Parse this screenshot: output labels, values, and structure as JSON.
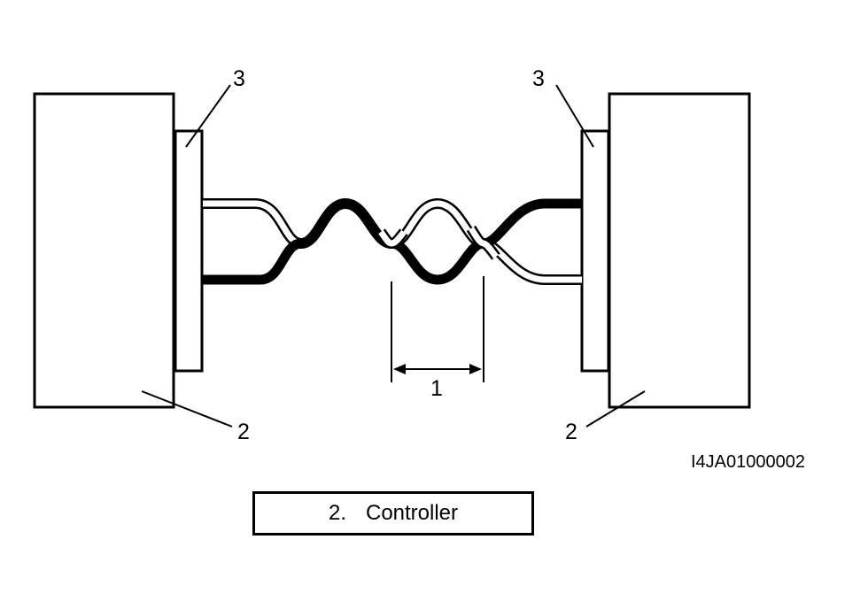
{
  "callouts": {
    "twist_pitch": "1",
    "controller_left": "2",
    "controller_right": "2",
    "connector_left": "3",
    "connector_right": "3"
  },
  "figure_id": "I4JA01000002",
  "legend": {
    "number": "2.",
    "label": "Controller"
  },
  "colors": {
    "line": "#000000",
    "background": "#ffffff"
  }
}
